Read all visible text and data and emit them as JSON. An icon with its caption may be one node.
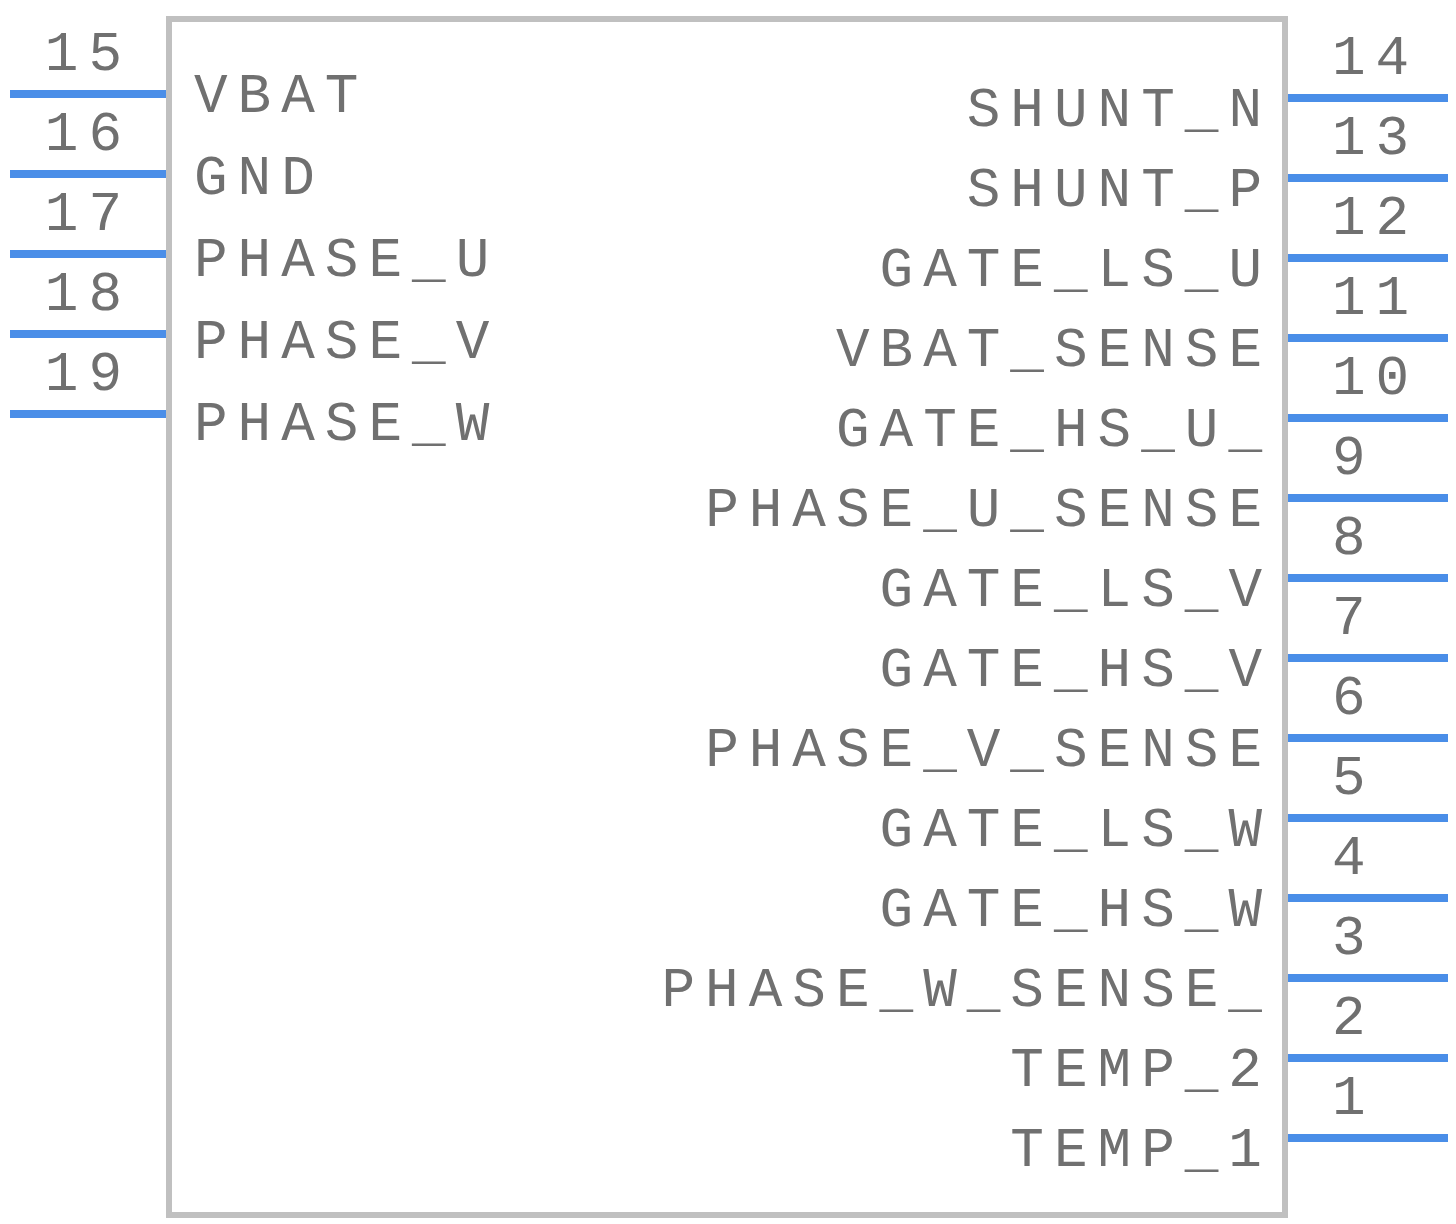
{
  "diagram": {
    "nodes": [
      {
        "text": [],
        "shape": "box"
      },
      {
        "text": [
          "VBAT"
        ],
        "in": 0
      },
      {
        "text": [
          "GND"
        ],
        "in": 0
      },
      {
        "text": [
          "PHASE_U"
        ],
        "in": 0
      },
      {
        "text": [
          "PHASE_V"
        ],
        "in": 0
      },
      {
        "text": [
          "PHASE_W"
        ],
        "in": 0
      },
      {
        "text": [
          "SHUNT_N"
        ],
        "in": 0
      },
      {
        "text": [
          "SHUNT_P"
        ],
        "in": 0
      },
      {
        "text": [
          "GATE_LS_U"
        ],
        "in": 0
      },
      {
        "text": [
          "VBAT_SENSE"
        ],
        "in": 0
      },
      {
        "text": [
          "GATE_HS_U_"
        ],
        "in": 0
      },
      {
        "text": [
          "PHASE_U_SENSE"
        ],
        "in": 0
      },
      {
        "text": [
          "GATE_LS_V"
        ],
        "in": 0
      },
      {
        "text": [
          "GATE_HS_V"
        ],
        "in": 0
      },
      {
        "text": [
          "PHASE_V_SENSE"
        ],
        "in": 0
      },
      {
        "text": [
          "GATE_LS_W"
        ],
        "in": 0
      },
      {
        "text": [
          "GATE_HS_W"
        ],
        "in": 0
      },
      {
        "text": [
          "PHASE_W_SENSE_"
        ],
        "in": 0
      },
      {
        "text": [
          "TEMP_2"
        ],
        "in": 0
      },
      {
        "text": [
          "TEMP_1"
        ],
        "in": 0
      }
    ],
    "edges": [
      {
        "from": null,
        "to": 1,
        "arrow": "none",
        "label": "15"
      },
      {
        "from": null,
        "to": 2,
        "arrow": "none",
        "label": "16"
      },
      {
        "from": null,
        "to": 3,
        "arrow": "none",
        "label": "17"
      },
      {
        "from": null,
        "to": 4,
        "arrow": "none",
        "label": "18"
      },
      {
        "from": null,
        "to": 5,
        "arrow": "none",
        "label": "19"
      },
      {
        "from": null,
        "to": 6,
        "arrow": "none",
        "label": "14"
      },
      {
        "from": null,
        "to": 7,
        "arrow": "none",
        "label": "13"
      },
      {
        "from": null,
        "to": 8,
        "arrow": "none",
        "label": "12"
      },
      {
        "from": null,
        "to": 9,
        "arrow": "none",
        "label": "11"
      },
      {
        "from": null,
        "to": 10,
        "arrow": "none",
        "label": "10"
      },
      {
        "from": null,
        "to": 11,
        "arrow": "none",
        "label": "9"
      },
      {
        "from": null,
        "to": 12,
        "arrow": "none",
        "label": "8"
      },
      {
        "from": null,
        "to": 13,
        "arrow": "none",
        "label": "7"
      },
      {
        "from": null,
        "to": 14,
        "arrow": "none",
        "label": "6"
      },
      {
        "from": null,
        "to": 15,
        "arrow": "none",
        "label": "5"
      },
      {
        "from": null,
        "to": 16,
        "arrow": "none",
        "label": "4"
      },
      {
        "from": null,
        "to": 17,
        "arrow": "none",
        "label": "3"
      },
      {
        "from": null,
        "to": 18,
        "arrow": "none",
        "label": "2"
      },
      {
        "from": null,
        "to": 19,
        "arrow": "none",
        "label": "1"
      }
    ]
  }
}
